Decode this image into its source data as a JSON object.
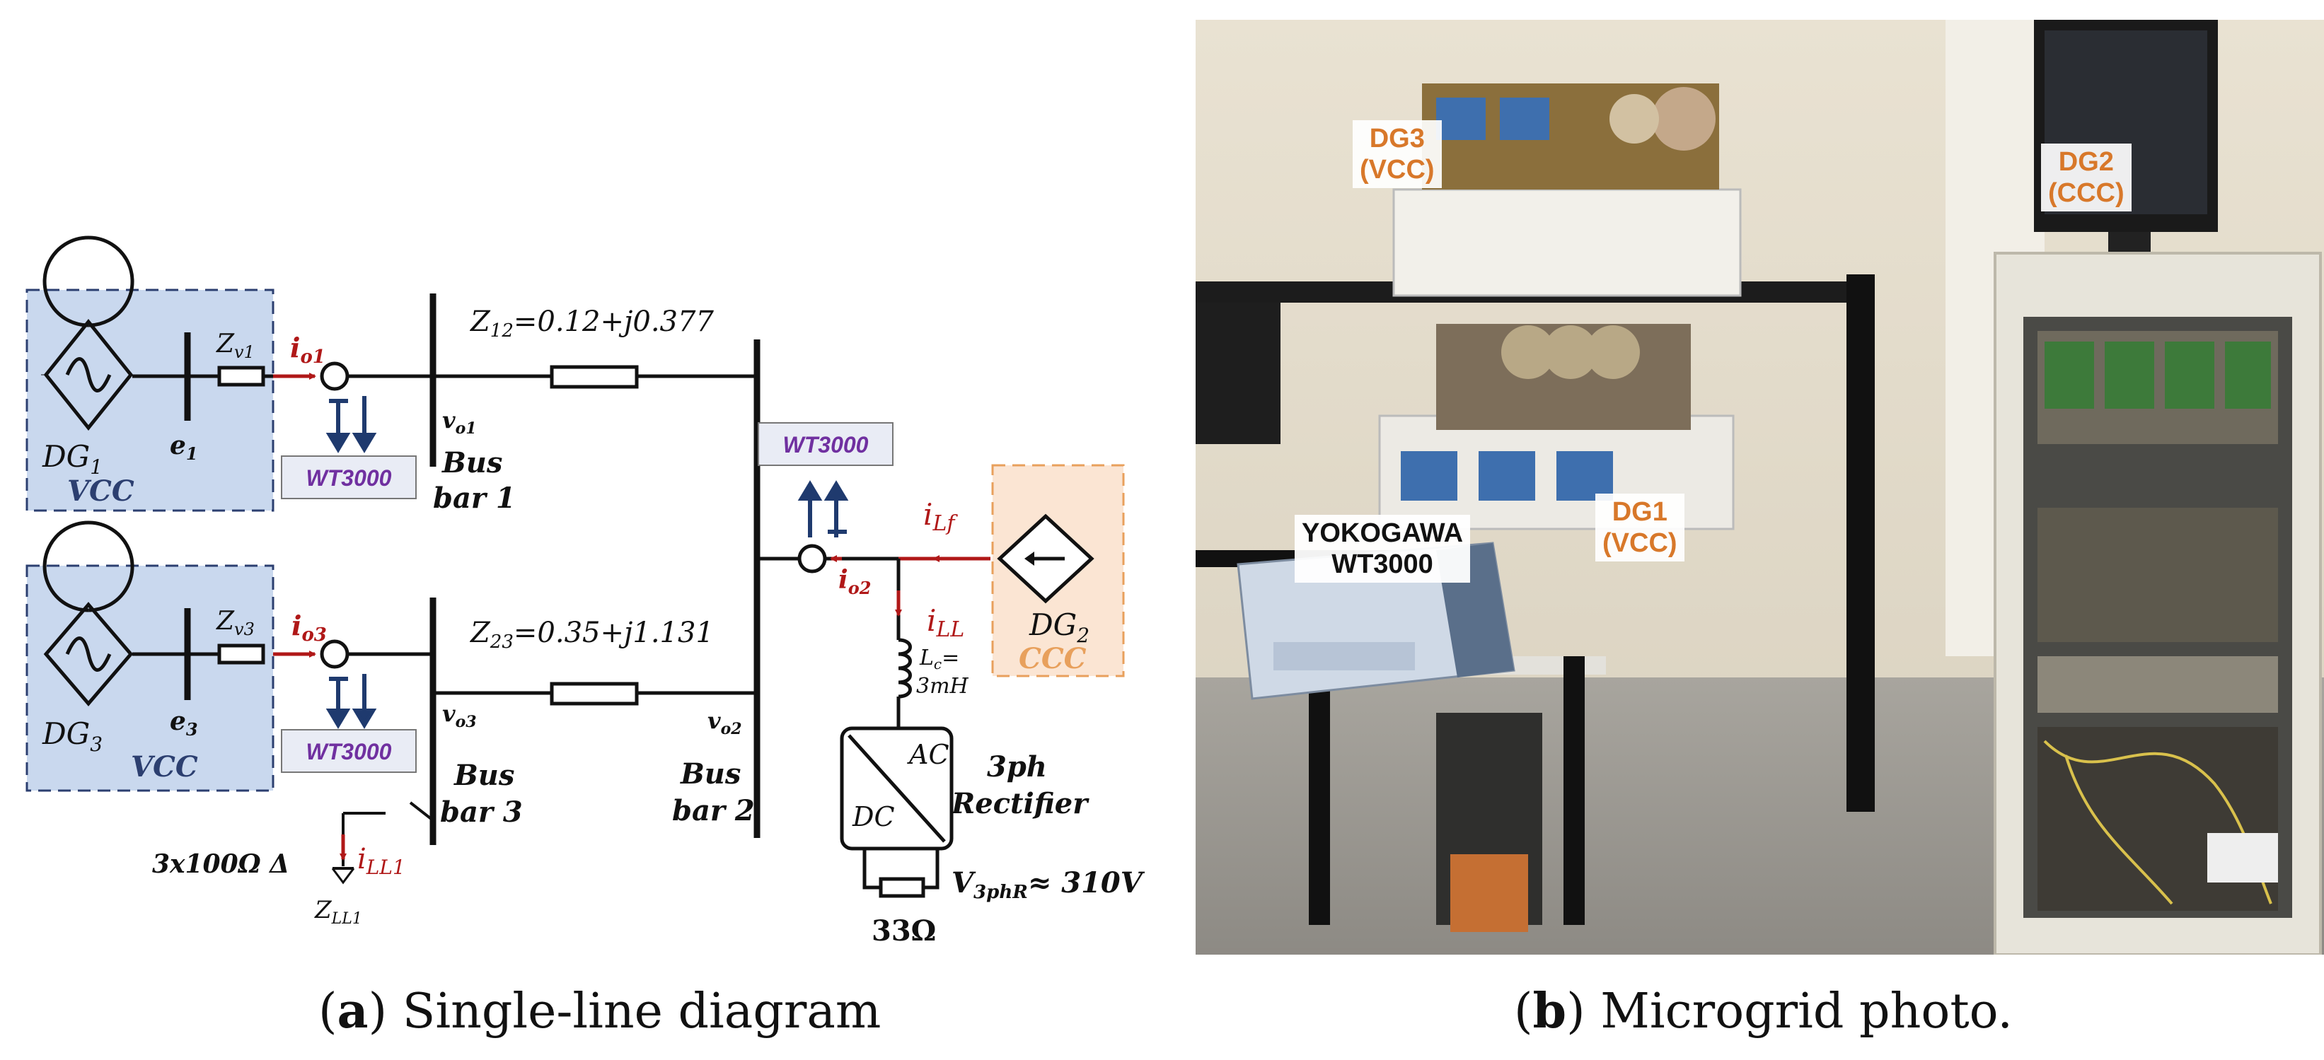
{
  "diagram": {
    "dg1": {
      "name": "DG",
      "sub": "1",
      "mode": "VCC",
      "node": "e",
      "node_sub": "1",
      "zv": "Z",
      "zv_sub": "v1",
      "current": "i",
      "current_sub": "o1",
      "voltage": "v",
      "voltage_sub": "o1",
      "meter": "WT3000",
      "bus_line1": "Bus",
      "bus_line2": "bar 1"
    },
    "dg3": {
      "name": "DG",
      "sub": "3",
      "mode": "VCC",
      "node": "e",
      "node_sub": "3",
      "zv": "Z",
      "zv_sub": "v3",
      "current": "i",
      "current_sub": "o3",
      "voltage": "v",
      "voltage_sub": "o3",
      "meter": "WT3000",
      "bus_line1": "Bus",
      "bus_line2": "bar 3"
    },
    "z12": {
      "z": "Z",
      "sub": "12",
      "value": "=0.12+j0.377"
    },
    "z23": {
      "z": "Z",
      "sub": "23",
      "value": "=0.35+j1.131"
    },
    "bus2": {
      "line1": "Bus",
      "line2": "bar 2",
      "voltage": "v",
      "voltage_sub": "o2",
      "current": "i",
      "current_sub": "o2",
      "meter": "WT3000"
    },
    "dg2": {
      "name": "DG",
      "sub": "2",
      "mode": "CCC",
      "current": "i",
      "current_sub": "Lf"
    },
    "load": {
      "current": "i",
      "current_sub": "LL",
      "lc_line1": "L",
      "lc_sub": "c",
      "lc_eq": "=",
      "lc_line2": "3mH",
      "ac": "AC",
      "dc": "DC",
      "rect_line1": "3ph",
      "rect_line2": "Rectifier",
      "v_label": "V",
      "v_sub": "3phR",
      "v_value": "≈ 310V",
      "resistor": "33Ω"
    },
    "ll1": {
      "label": "3x100Ω Δ",
      "current": "i",
      "current_sub": "LL1",
      "z": "Z",
      "z_sub": "LL1"
    }
  },
  "photo": {
    "labels": {
      "dg3_line1": "DG3",
      "dg3_line2": "(VCC)",
      "dg2_line1": "DG2",
      "dg2_line2": "(CCC)",
      "dg1_line1": "DG1",
      "dg1_line2": "(VCC)",
      "meter_line1": "YOKOGAWA",
      "meter_line2": "WT3000"
    }
  },
  "captions": {
    "a_letter": "a",
    "a_text": " Single-line diagram",
    "b_letter": "b",
    "b_text": " Microgrid photo."
  },
  "colors": {
    "vcc_fill": "#c9d8ee",
    "vcc_border": "#2c3f70",
    "ccc_fill": "#fbe5d3",
    "ccc_border": "#e8a05c",
    "current_red": "#b01818",
    "meter_purple": "#7030a0",
    "arrow_navy": "#1f3a6e",
    "photo_orange": "#d8782a"
  }
}
